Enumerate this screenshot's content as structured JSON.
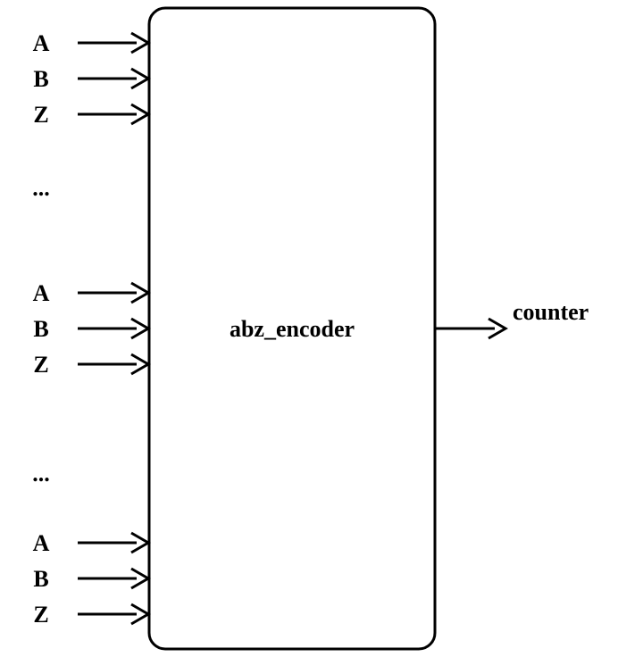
{
  "block": {
    "name": "abz_encoder"
  },
  "inputs": [
    {
      "label": "A"
    },
    {
      "label": "B"
    },
    {
      "label": "Z"
    },
    {
      "label": "A"
    },
    {
      "label": "B"
    },
    {
      "label": "Z"
    },
    {
      "label": "A"
    },
    {
      "label": "B"
    },
    {
      "label": "Z"
    }
  ],
  "ellipses": [
    "...",
    "..."
  ],
  "output": {
    "label": "counter"
  },
  "colors": {
    "stroke": "#000000",
    "background": "#ffffff"
  }
}
